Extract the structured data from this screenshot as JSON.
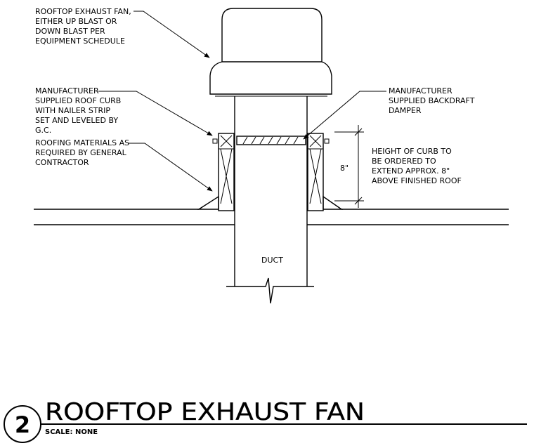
{
  "notes": {
    "fan": [
      "ROOFTOP EXHAUST FAN,",
      "EITHER UP BLAST OR",
      "DOWN BLAST PER",
      "EQUIPMENT SCHEDULE"
    ],
    "curb": [
      "MANUFACTURER",
      "SUPPLIED ROOF CURB",
      "WITH NAILER STRIP",
      "SET AND LEVELED BY",
      "G.C."
    ],
    "roofing": [
      "ROOFING MATERIALS AS",
      "REQUIRED BY GENERAL",
      "CONTRACTOR"
    ],
    "damper": [
      "MANUFACTURER",
      "SUPPLIED BACKDRAFT",
      "DAMPER"
    ],
    "height": [
      "HEIGHT OF CURB TO",
      "BE ORDERED TO",
      "EXTEND APPROX. 8\"",
      "ABOVE FINISHED ROOF"
    ]
  },
  "dimension_label": "8\"",
  "duct_label": "DUCT",
  "title_block": {
    "number": "2",
    "title": "ROOFTOP EXHAUST FAN",
    "scale": "SCALE: NONE"
  }
}
